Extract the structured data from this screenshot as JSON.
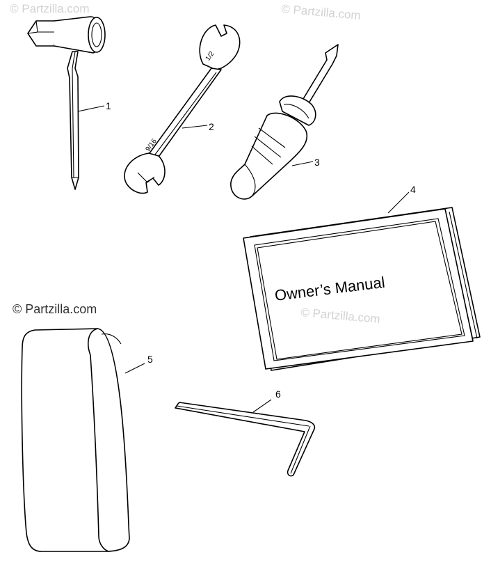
{
  "watermarks": {
    "top_left": "© Partzilla.com",
    "top_right": "© Partzilla.com",
    "middle_left": "© Partzilla.com",
    "manual_overlay": "© Partzilla.com"
  },
  "parts": [
    {
      "callout": "1",
      "icon": "spark-plug-wrench-icon"
    },
    {
      "callout": "2",
      "icon": "open-end-wrench-icon"
    },
    {
      "callout": "3",
      "icon": "screwdriver-icon"
    },
    {
      "callout": "4",
      "icon": "owners-manual-icon"
    },
    {
      "callout": "5",
      "icon": "tool-pouch-icon"
    },
    {
      "callout": "6",
      "icon": "hex-key-icon"
    }
  ],
  "manual": {
    "cover_title": "Owner’s Manual"
  },
  "wrench_marks": {
    "upper": "1/2",
    "lower": "9/16"
  }
}
